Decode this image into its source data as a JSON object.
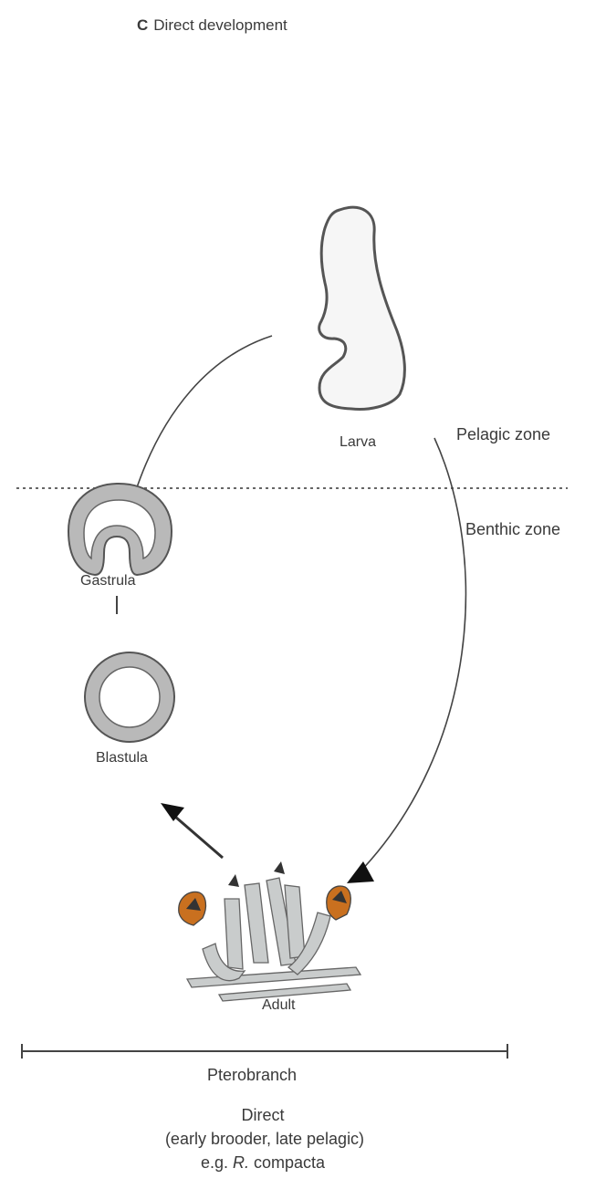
{
  "panel": {
    "letter": "C",
    "title": "Direct development"
  },
  "zones": {
    "pelagic": "Pelagic zone",
    "benthic": "Benthic zone"
  },
  "stages": {
    "larva": "Larva",
    "gastrula": "Gastrula",
    "blastula": "Blastula",
    "adult": "Adult"
  },
  "bottom": {
    "group": "Pterobranch",
    "mode": "Direct",
    "detail": "(early brooder, late pelagic)",
    "example_prefix": "e.g.",
    "example_genus": "R.",
    "example_species": "compacta"
  },
  "colors": {
    "line": "#444444",
    "embryo_fill": "#b8b8b8",
    "adult_tube": "#c9cccc",
    "zooid_accent": "#c9701f"
  }
}
